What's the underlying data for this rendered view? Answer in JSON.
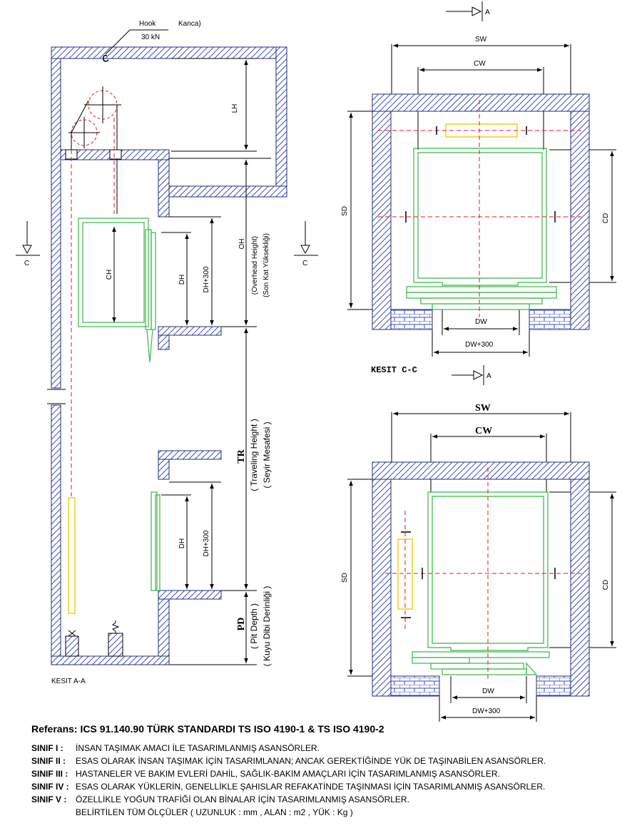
{
  "section_a": {
    "title": "KESIT A-A",
    "hook": "Hook",
    "hook_tr": "Kanca)",
    "hook_load": "30 kN",
    "lh": "LH",
    "ch": "CH",
    "dh": "DH",
    "dh300": "DH+300",
    "oh": "OH",
    "oh_en": "(Overhead Height)",
    "oh_tr": "(Son Kat Yüksekliği)",
    "tr": "TR",
    "tr_en": "( Traveling Height )",
    "tr_tr": "( Seyir Mesafesi )",
    "pd": "PD",
    "pd_en": "( Pit Depth )",
    "pd_tr": "( Kuyu Dibi Derinliği )",
    "c": "C"
  },
  "section_c": {
    "title": "KESIT C-C",
    "a": "A",
    "sw": "SW",
    "cw": "CW",
    "sd": "SD",
    "cd": "CD",
    "dw": "DW",
    "dw300": "DW+300"
  },
  "plan_2": {
    "sw": "SW",
    "cw": "CW",
    "sd": "SD",
    "cd": "CD",
    "dw": "DW",
    "dw300": "DW+300"
  },
  "legend": {
    "reference": "Referans: ICS 91.140.90  TÜRK STANDARDI  TS ISO 4190-1 & TS ISO 4190-2",
    "classes": [
      {
        "label": "SINIF I",
        "sep": " : ",
        "text": "İNSAN TAŞIMAK AMACI İLE TASARIMLANMIŞ ASANSÖRLER."
      },
      {
        "label": "SINIF II",
        "sep": " : ",
        "text": "ESAS OLARAK İNSAN TAŞIMAK İÇİN TASARIMLANAN; ANCAK GEREKTİĞİNDE YÜK DE TAŞINABİLEN ASANSÖRLER."
      },
      {
        "label": "SINIF III",
        "sep": " : ",
        "text": "HASTANELER VE BAKIM EVLERİ DAHİL, SAĞLIK-BAKIM AMAÇLARI İÇİN TASARIMLANMIŞ ASANSÖRLER."
      },
      {
        "label": "SINIF IV",
        "sep": " : ",
        "text": "ESAS OLARAK YÜKLERİN, GENELLİKLE ŞAHISLAR REFAKATİNDE TAŞINMASI İÇİN TASARIMLANMIŞ ASANSÖRLER."
      },
      {
        "label": "SINIF V",
        "sep": " : ",
        "text": "ÖZELLİKLE YOĞUN TRAFİĞİ OLAN BİNALAR İÇİN TASARIMLANMIŞ ASANSÖRLER."
      }
    ],
    "note": "BELİRTİLEN TÜM ÖLÇÜLER ( UZUNLUK : mm , ALAN : m2 , YÜK : Kg )"
  },
  "colors": {
    "wall": "#3a4fb8",
    "cabin": "#39b54a",
    "axis": "#e3191b",
    "counterweight": "#f2e21a"
  }
}
